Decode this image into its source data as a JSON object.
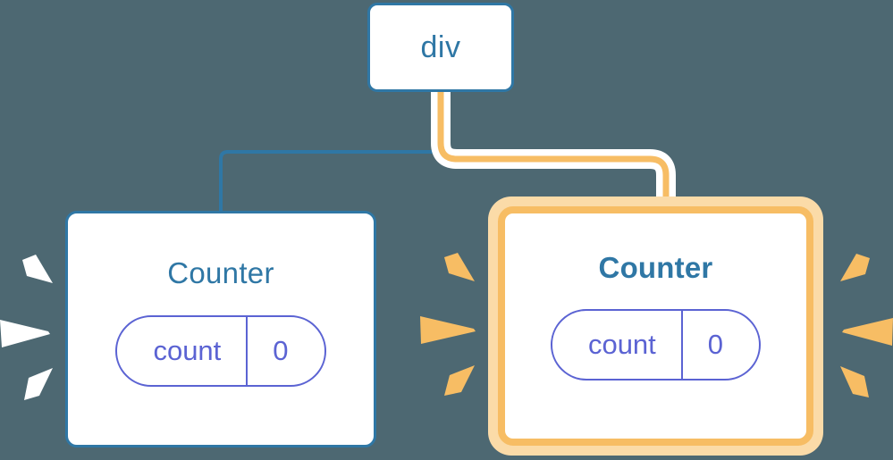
{
  "diagram": {
    "title": "React component tree re-render highlight",
    "background_color": "#4d6872"
  },
  "colors": {
    "background": "#4d6872",
    "blue": "#2f77a5",
    "indigo": "#5b63d3",
    "orange": "#f7bd64",
    "orange_light": "#fbdba8",
    "white": "#ffffff"
  },
  "nodes": {
    "root": {
      "label": "div",
      "border_color": "#2f77a5",
      "highlighted": false
    },
    "counter_left": {
      "label": "Counter",
      "border_color": "#2f77a5",
      "highlighted": false,
      "state": {
        "name": "count",
        "value": "0"
      }
    },
    "counter_right": {
      "label": "Counter",
      "border_color": "#f7bd64",
      "highlighted": true,
      "state": {
        "name": "count",
        "value": "0"
      }
    }
  },
  "edges": [
    {
      "from": "div",
      "to": "counter-left",
      "color": "#2f77a5",
      "highlighted": false
    },
    {
      "from": "div",
      "to": "counter-right",
      "color": "#f7bd64",
      "highlighted": true
    }
  ],
  "sparkles": {
    "left_group_color": "#ffffff",
    "right_groups_color": "#f7bd64",
    "rays_per_group": 3
  }
}
